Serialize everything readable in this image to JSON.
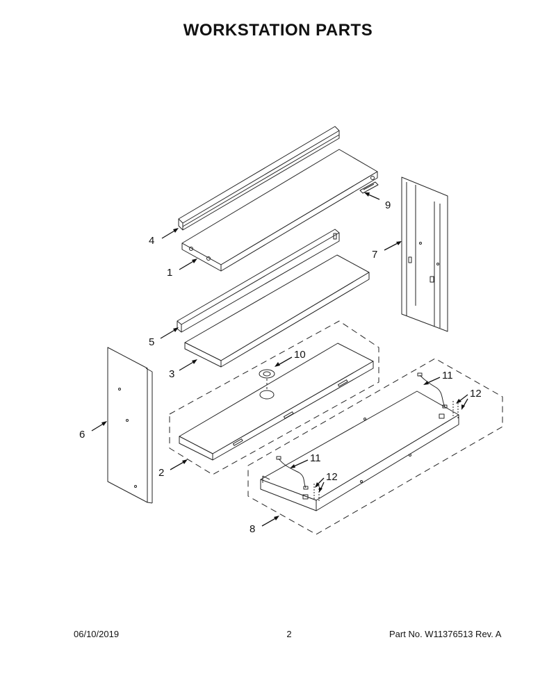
{
  "title": "WORKSTATION PARTS",
  "callouts": {
    "c1": "1",
    "c2": "2",
    "c3": "3",
    "c4": "4",
    "c5": "5",
    "c6": "6",
    "c7": "7",
    "c8": "8",
    "c9": "9",
    "c10": "10",
    "c11a": "11",
    "c11b": "11",
    "c12a": "12",
    "c12b": "12"
  },
  "footer": {
    "date": "06/10/2019",
    "page": "2",
    "part": "Part No.  W11376513  Rev.  A"
  },
  "colors": {
    "line": "#222222",
    "fill": "#ffffff"
  }
}
